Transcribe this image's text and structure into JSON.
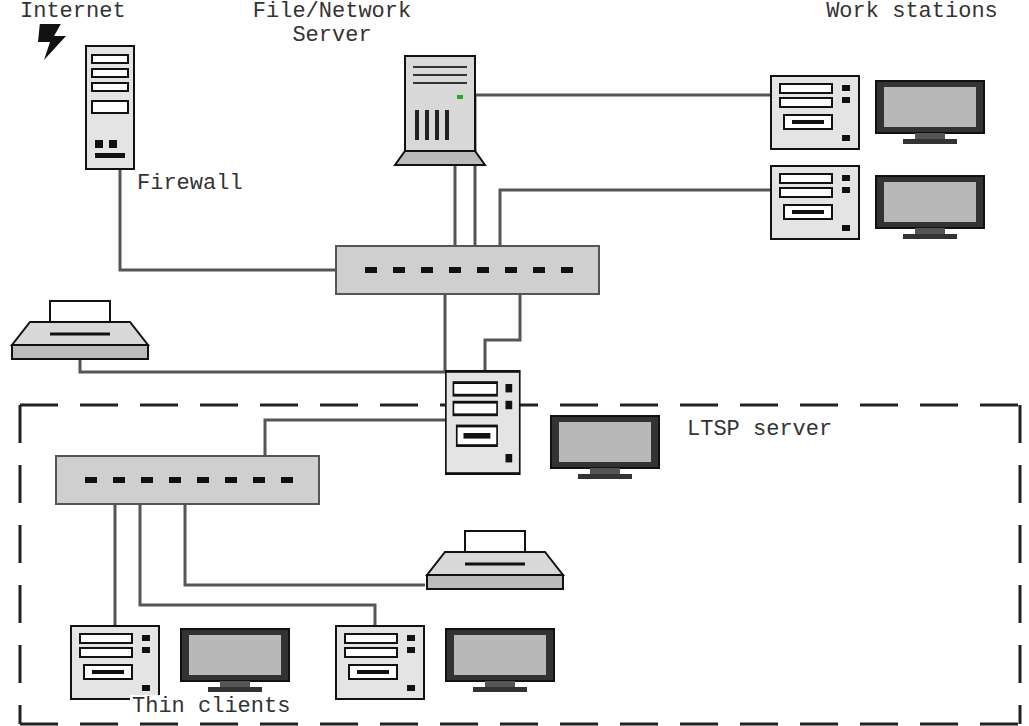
{
  "diagram": {
    "nodes": [
      {
        "text": [
          "Firewall"
        ]
      },
      {
        "text": [
          "File/Network Server"
        ]
      },
      {
        "text": [
          "Work stations"
        ]
      },
      {
        "text": [
          "LTSP server"
        ]
      },
      {
        "text": [
          "Thin clients"
        ]
      }
    ],
    "labels": [
      "Internet"
    ]
  }
}
